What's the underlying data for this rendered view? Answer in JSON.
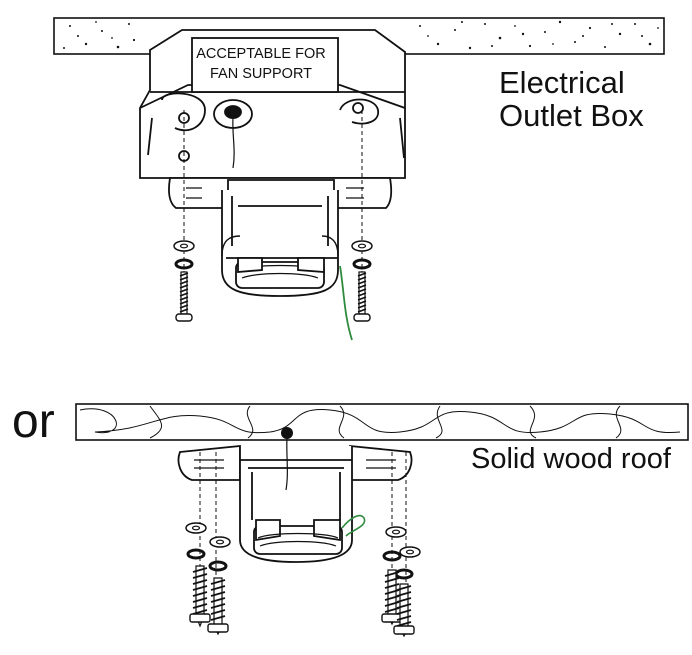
{
  "labels": {
    "box_line1": "ACCEPTABLE FOR",
    "box_line2": "FAN SUPPORT",
    "outlet_line1": "Electrical",
    "outlet_line2": "Outlet Box",
    "or": "or",
    "wood": "Solid wood roof"
  },
  "colors": {
    "line": "#111111",
    "ground_wire": "#2e8b3e",
    "background": "#ffffff"
  }
}
